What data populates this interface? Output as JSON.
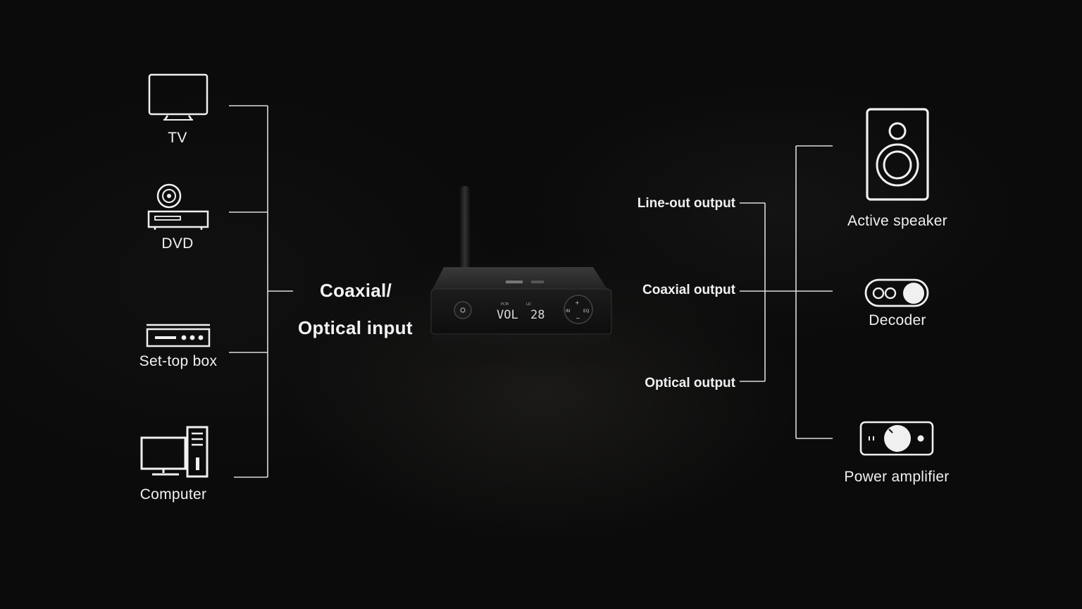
{
  "inputs": {
    "tv": "TV",
    "dvd": "DVD",
    "set_top_box": "Set-top box",
    "computer": "Computer"
  },
  "input_group": {
    "line1": "Coaxial/",
    "line2": "Optical input"
  },
  "device": {
    "display_left": "VOL",
    "display_right": "28",
    "display_label_pcm": "PCM",
    "display_label_ld": "LD",
    "button_in": "IN",
    "button_eq": "EQ"
  },
  "outputs": {
    "line_out": "Line-out output",
    "coaxial": "Coaxial output",
    "optical": "Optical output"
  },
  "destinations": {
    "active_speaker": "Active speaker",
    "decoder": "Decoder",
    "power_amplifier": "Power amplifier"
  },
  "colors": {
    "background": "#0b0b0b",
    "line": "#e6e6e6",
    "text": "#f2f2f2"
  }
}
